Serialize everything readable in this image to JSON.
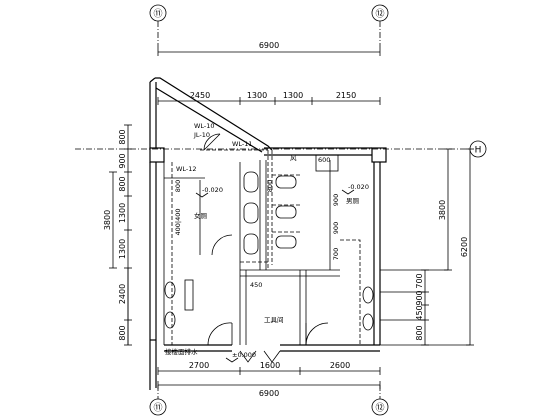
{
  "axes": {
    "col_left": "⑪",
    "col_right": "⑫",
    "row_right": "H"
  },
  "dims_top": {
    "overall": "6900",
    "seg_a": "2450",
    "seg_b": "1300",
    "seg_c": "1300",
    "seg_d": "2150"
  },
  "dims_bottom": {
    "seg_a": "2700",
    "seg_b": "1600",
    "seg_c": "2600",
    "overall": "6900"
  },
  "dims_left": {
    "d1": "800",
    "d2": "900",
    "d3": "800",
    "d4": "1300",
    "d5": "1300",
    "d6": "2400",
    "d7": "800",
    "d8": "800",
    "overall": "3800",
    "d9": "400|400"
  },
  "dims_right": {
    "d1": "3800",
    "d2": "6200",
    "d3": "700",
    "d4": "900",
    "d5": "450",
    "d6": "800"
  },
  "labels": {
    "wl10": "WL-10",
    "jl10": "JL-10",
    "wl11": "WL-11",
    "wl12": "WL-12",
    "elev1": "-0.020",
    "elev2": "-0.020",
    "elev3": "±0.000",
    "room_female": "女厕",
    "room_male": "男厕",
    "room_tool": "工具间",
    "room_small": "风",
    "dim_600": "600",
    "dim_450": "450",
    "dim_800a": "800",
    "dim_900a": "900",
    "dim_900b": "900",
    "dim_700": "700",
    "note_left": "接楼面排水"
  }
}
